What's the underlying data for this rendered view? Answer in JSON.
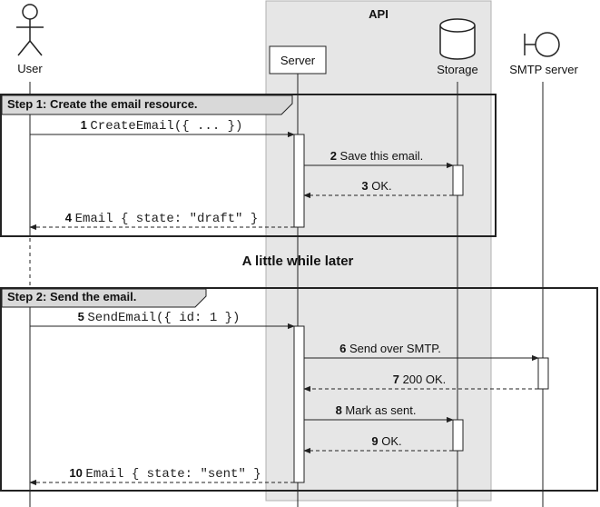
{
  "group": {
    "label": "API"
  },
  "participants": {
    "user": "User",
    "server": "Server",
    "storage": "Storage",
    "smtp": "SMTP server"
  },
  "steps": [
    {
      "title": "Step 1: Create the email resource."
    },
    {
      "title": "Step 2: Send the email."
    }
  ],
  "separator": "A little while later",
  "messages": [
    {
      "num": "1",
      "text": "CreateEmail({ ... })",
      "mono": true
    },
    {
      "num": "2",
      "text": "Save this email.",
      "mono": false
    },
    {
      "num": "3",
      "text": "OK.",
      "mono": false
    },
    {
      "num": "4",
      "text": "Email { state: \"draft\" }",
      "mono": true
    },
    {
      "num": "5",
      "text": "SendEmail({ id: 1 })",
      "mono": true
    },
    {
      "num": "6",
      "text": "Send over SMTP.",
      "mono": false
    },
    {
      "num": "7",
      "text": "200 OK.",
      "mono": false
    },
    {
      "num": "8",
      "text": "Mark as sent.",
      "mono": false
    },
    {
      "num": "9",
      "text": "OK.",
      "mono": false
    },
    {
      "num": "10",
      "text": "Email { state: \"sent\" }",
      "mono": true
    }
  ],
  "colors": {
    "group_fill": "#e6e6e6",
    "group_stroke": "#b0b0b0",
    "step_header_fill": "#d9d9d9",
    "line": "#222222"
  }
}
